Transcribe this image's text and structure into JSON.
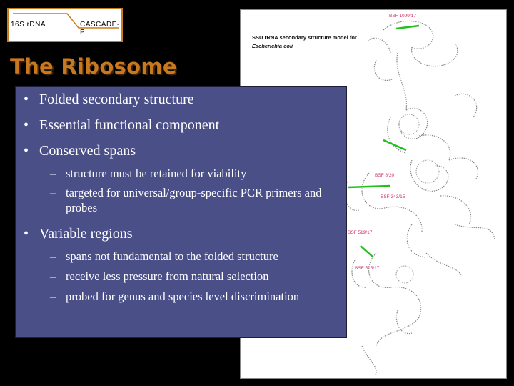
{
  "logo": {
    "left_text": "16S rDNA",
    "right_text": "CASCADE-P"
  },
  "slide": {
    "title": "The Ribosome",
    "bullets": [
      "Folded secondary structure",
      "Essential functional component",
      "Conserved spans",
      "Variable regions"
    ],
    "conserved_subs": [
      "structure must be retained for viability",
      "targeted for universal/group-specific PCR primers and probes"
    ],
    "variable_subs": [
      "spans not fundamental to the folded structure",
      "receive less pressure from natural selection",
      "probed for genus and species level discrimination"
    ]
  },
  "figure": {
    "title": "SSU rRNA secondary structure model for",
    "subtitle": "Escherichia coli",
    "probe_labels": [
      "BSF 1099/17",
      "BSF 8/20",
      "BSF 343/15",
      "BSF 519/17",
      "BSF 515/17"
    ]
  },
  "colors": {
    "background": "#000000",
    "title": "#c8781f",
    "panel": "#4b4f88",
    "probe_highlight": "#22c01a"
  }
}
